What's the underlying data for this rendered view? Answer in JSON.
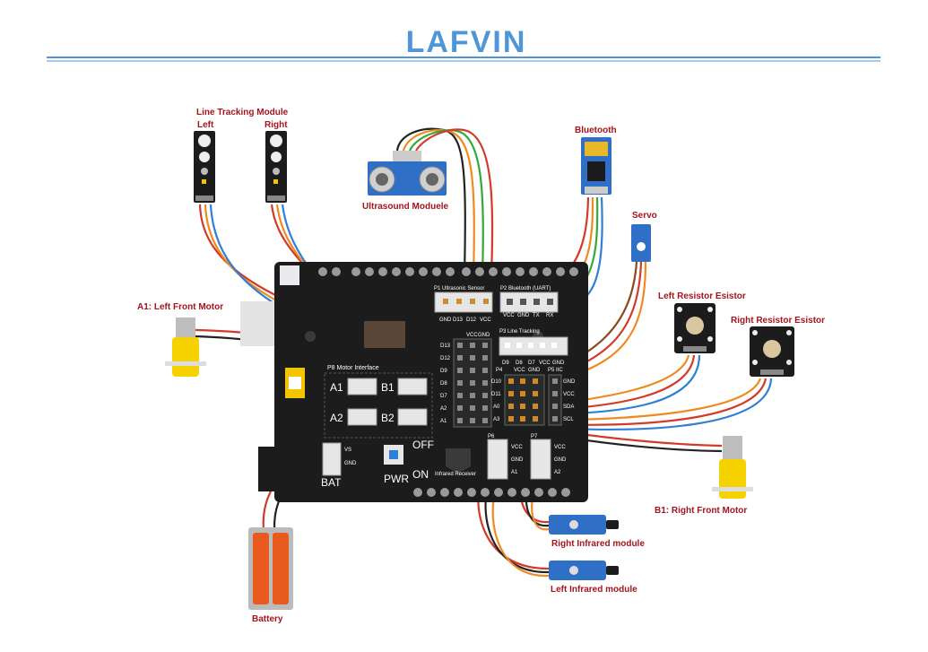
{
  "brand": {
    "name": "LAFVIN"
  },
  "colors": {
    "brand_blue": "#4f96d8",
    "label_red": "#a3151e",
    "board": "#1c1c1c",
    "wire_red": "#d23a2a",
    "wire_orange": "#f08a1e",
    "wire_green": "#35a83a",
    "wire_blue": "#2f7fd6",
    "wire_black": "#222222",
    "wire_brown": "#8a4a1e"
  },
  "labels": {
    "line_tracking_module": "Line Tracking Module",
    "line_left": "Left",
    "line_right": "Right",
    "ultrasound": "Ultrasound Moduele",
    "bluetooth": "Bluetooth",
    "servo": "Servo",
    "left_resistor": "Left Resistor Esistor",
    "right_resistor": "Right Resistor Esistor",
    "a1_motor": "A1: Left Front Motor",
    "b1_motor": "B1: Right Front Motor",
    "right_infrared": "Right Infrared module",
    "left_infrared": "Left Infrared module",
    "battery": "Battery"
  },
  "board": {
    "p1": "P1 Ultrasonic Sensor",
    "p1_pins": [
      "GND",
      "D13",
      "D12",
      "VCC"
    ],
    "p2": "P2 Bluetooth (UART)",
    "p2_pins": [
      "VCC",
      "GND",
      "TX",
      "RX"
    ],
    "p3": "P3 Line Tracking",
    "p3_pins": [
      "D9",
      "D8",
      "D7",
      "VCC",
      "GND"
    ],
    "p4": "P4",
    "p4_pins": [
      "D10",
      "D11",
      "A0",
      "A3"
    ],
    "p4_head": [
      "VCC",
      "GND"
    ],
    "p5": "P5 IIC",
    "p5_pins": [
      "GND",
      "VCC",
      "SDA",
      "SCL"
    ],
    "grid_head": [
      "VCC",
      "GND"
    ],
    "grid_pins": [
      "D13",
      "D12",
      "D9",
      "D8",
      "D7",
      "A2",
      "A1"
    ],
    "p8": "P8 Motor Interface",
    "a1": "A1",
    "b1": "B1",
    "a2": "A2",
    "b2": "B2",
    "bat_vs": "VS",
    "bat_gnd": "GND",
    "bat": "BAT",
    "pwr": "PWR",
    "off": "OFF",
    "on": "ON",
    "infrared_receiver": "Infrared Receiver",
    "p6": "P6",
    "p6_pins": [
      "VCC",
      "GND",
      "A1"
    ],
    "p7": "P7",
    "p7_pins": [
      "VCC",
      "GND",
      "A2"
    ]
  }
}
